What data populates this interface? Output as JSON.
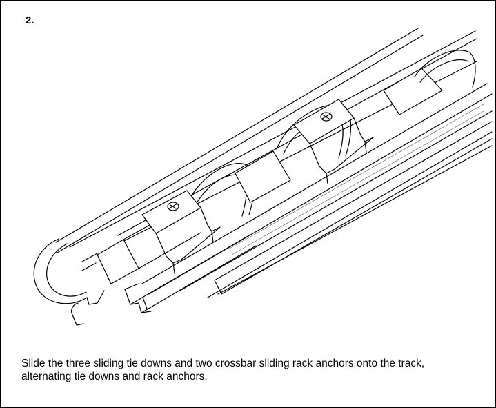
{
  "step": {
    "number": "2."
  },
  "illustration": {
    "subject": "track-with-tie-downs-and-rack-anchors"
  },
  "instruction": {
    "text": "Slide the three sliding tie downs and two crossbar sliding rack anchors onto the track, alternating tie downs and rack anchors."
  },
  "colors": {
    "line": "#000000",
    "background": "#ffffff",
    "shade": "#e6e6e6"
  }
}
